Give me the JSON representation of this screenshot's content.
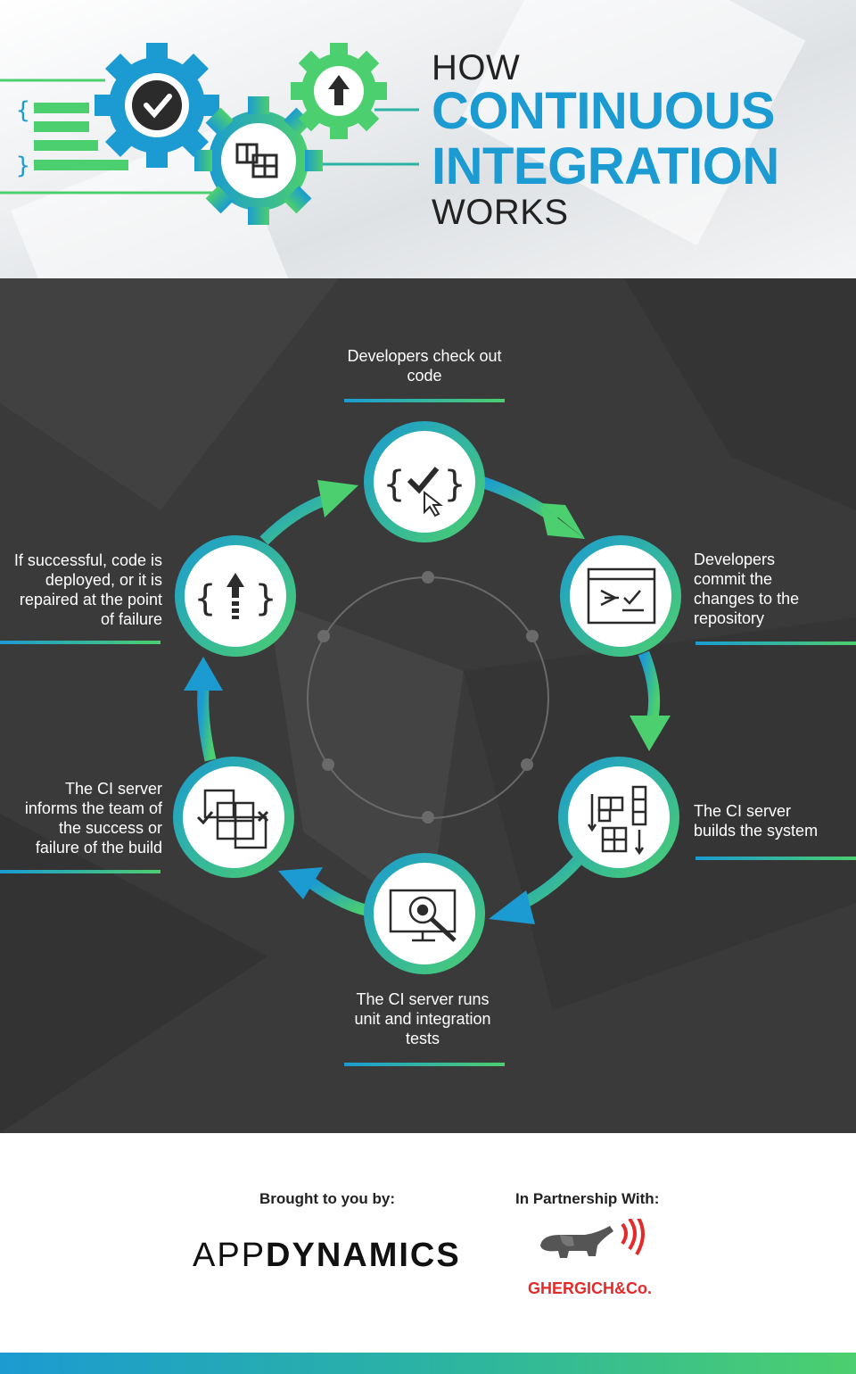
{
  "header": {
    "line1": "HOW",
    "line2": "CONTINUOUS",
    "line3": "INTEGRATION",
    "line4": "WORKS"
  },
  "steps": [
    {
      "text": "Developers check out code",
      "icon": "code-check-cursor-icon"
    },
    {
      "text": "Developers commit the changes to the repository",
      "icon": "terminal-commit-icon"
    },
    {
      "text": "The CI server builds the system",
      "icon": "build-blocks-icon"
    },
    {
      "text": "The CI server runs unit and integration tests",
      "icon": "monitor-gear-magnifier-icon"
    },
    {
      "text": "The CI server informs the team of the success or failure of the build",
      "icon": "grid-check-cross-icon"
    },
    {
      "text": "If successful, code is deployed, or it is repaired at the point of failure",
      "icon": "code-upload-icon"
    }
  ],
  "footer": {
    "brought_label": "Brought to you by:",
    "partner_label": "In Partnership With:",
    "brand_light": "APP",
    "brand_bold": "DYNAMICS",
    "partner_name": "GHERGICH&Co."
  },
  "colors": {
    "accent_blue": "#1b9bd1",
    "accent_green": "#4ccf6e",
    "panel": "#3a3a3b"
  }
}
